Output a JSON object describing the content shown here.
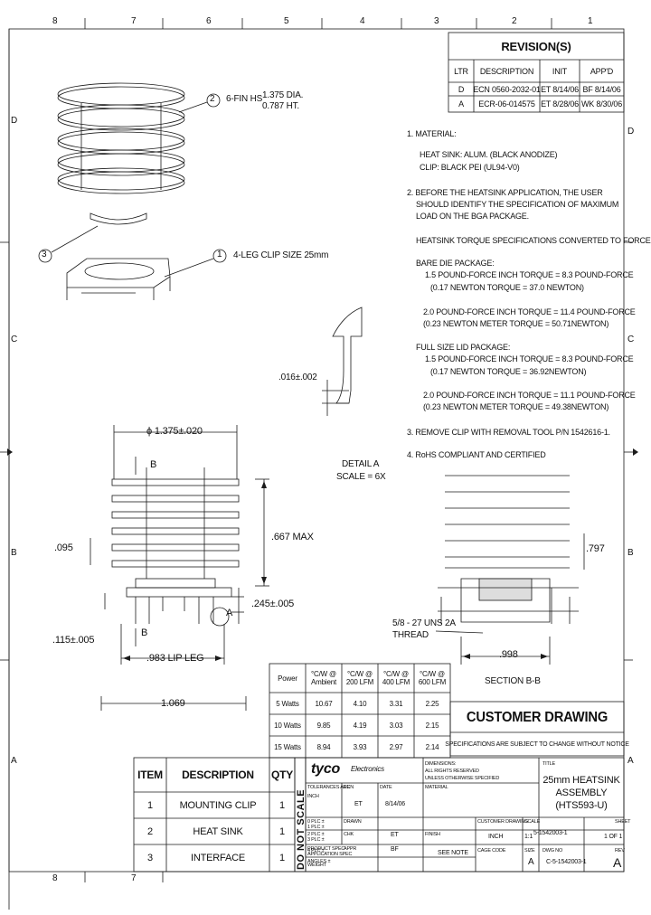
{
  "border": {
    "top_cols": [
      "8",
      "7",
      "6",
      "5",
      "4",
      "3",
      "2",
      "1"
    ],
    "bottom_cols": [
      "8",
      "7"
    ],
    "left_rows": [
      "D",
      "C",
      "B",
      "A"
    ],
    "right_rows": [
      "D",
      "C",
      "B",
      "A"
    ]
  },
  "revisions": {
    "title": "REVISION(S)",
    "headers": [
      "LTR",
      "DESCRIPTION",
      "INIT",
      "APP'D"
    ],
    "rows": [
      [
        "D",
        "ECN 0560-2032-01",
        "ET 8/14/06",
        "BF 8/14/06"
      ],
      [
        "A",
        "ECR-06-014575",
        "ET 8/28/06",
        "WK 8/30/06"
      ]
    ]
  },
  "callouts": {
    "c2": {
      "num": "2",
      "text": "6-FIN HS",
      "dim1": "1.375 DIA.",
      "dim2": "0.787 HT."
    },
    "c3": {
      "num": "3"
    },
    "c1": {
      "num": "1",
      "text": "4-LEG CLIP SIZE 25mm"
    }
  },
  "notes": {
    "n1": "1. MATERIAL:",
    "n1a": "HEAT SINK: ALUM. (BLACK ANODIZE)",
    "n1b": "CLIP: BLACK PEI (UL94-V0)",
    "n2a": "2. BEFORE THE HEATSINK APPLICATION, THE USER",
    "n2b": "SHOULD IDENTIFY THE SPECIFICATION OF MAXIMUM",
    "n2c": "LOAD ON THE BGA PACKAGE.",
    "n2d": "HEATSINK TORQUE SPECIFICATIONS CONVERTED TO FORCE",
    "bare": "BARE DIE PACKAGE:",
    "b1a": "1.5 POUND-FORCE INCH TORQUE = 8.3 POUND-FORCE",
    "b1b": "(0.17 NEWTON TORQUE = 37.0 NEWTON)",
    "b2a": "2.0 POUND-FORCE INCH TORQUE = 11.4 POUND-FORCE",
    "b2b": "(0.23 NEWTON METER TORQUE = 50.71NEWTON)",
    "full": "FULL SIZE LID PACKAGE:",
    "f1a": "1.5 POUND-FORCE INCH TORQUE = 8.3 POUND-FORCE",
    "f1b": "(0.17 NEWTON TORQUE = 36.92NEWTON)",
    "f2a": "2.0 POUND-FORCE INCH TORQUE = 11.1 POUND-FORCE",
    "f2b": "(0.23 NEWTON METER TORQUE = 49.38NEWTON)",
    "n3": "3. REMOVE CLIP WITH REMOVAL TOOL P/N 1542616-1.",
    "n4": "4. RoHS COMPLIANT AND CERTIFIED"
  },
  "dims": {
    "d016": ".016±.002",
    "detail": "DETAIL A",
    "scale": "SCALE = 6X",
    "dia": "ϕ 1.375±.020",
    "b": "B",
    "d667": ".667 MAX",
    "d095": ".095",
    "d245": ".245±.005",
    "d115": ".115±.005",
    "d983": ".983 LIP LEG",
    "d1069": "1.069",
    "a": "A",
    "d797": ".797",
    "thread1": "5/8 - 27 UNS 2A",
    "thread2": "THREAD",
    "d998": ".998",
    "section": "SECTION B-B"
  },
  "perf": {
    "headers": [
      [
        "Power",
        ""
      ],
      [
        "°C/W @",
        "Ambient"
      ],
      [
        "°C/W @",
        "200 LFM"
      ],
      [
        "°C/W @",
        "400 LFM"
      ],
      [
        "°C/W @",
        "600 LFM"
      ]
    ],
    "rows": [
      [
        "5 Watts",
        "10.67",
        "4.10",
        "3.31",
        "2.25"
      ],
      [
        "10 Watts",
        "9.85",
        "4.19",
        "3.03",
        "2.15"
      ],
      [
        "15 Watts",
        "8.94",
        "3.93",
        "2.97",
        "2.14"
      ]
    ]
  },
  "bom": {
    "headers": [
      "ITEM",
      "DESCRIPTION",
      "QTY"
    ],
    "rows": [
      [
        "1",
        "MOUNTING CLIP",
        "1"
      ],
      [
        "2",
        "HEAT SINK",
        "1"
      ],
      [
        "3",
        "INTERFACE",
        "1"
      ]
    ]
  },
  "dns": "DO NOT SCALE",
  "customer": {
    "title": "CUSTOMER DRAWING",
    "sub": "SPECIFICATIONS ARE SUBJECT TO CHANGE WITHOUT NOTICE"
  },
  "titleblock": {
    "logo": "tyco",
    "logo2": "Electronics",
    "tl1": "25mm HEATSINK",
    "tl2": "ASSEMBLY",
    "tl3": "(HTS593-U)",
    "title_lbl": "TITLE",
    "scale_lbl": "SCALE",
    "scale_val": "1:1",
    "dwg_lbl": "DWG NO",
    "dwg_val": "C-5-1542003-1",
    "size_lbl": "SIZE",
    "size_val": "A",
    "part_val": "5-1542003-1",
    "sheet_lbl": "SHEET",
    "sheet_val": "1 OF 1",
    "rev_lbl": "REV",
    "rev_val": "A",
    "units": "INCH",
    "small1": "DIMENSIONS:",
    "small2": "ALL RIGHTS RESERVED",
    "small3": "UNLESS OTHERWISE SPECIFIED",
    "small4": "TOLERANCES ARE",
    "ecn_lbl": "ECN",
    "date_lbl": "DATE",
    "drawn_lbl": "DRAWN",
    "drawn_val": "ET",
    "date_val": "8/14/06",
    "material_lbl": "MATERIAL",
    "chk_lbl": "CHK",
    "chk_val": "ET",
    "appr_lbl": "APPR",
    "appr_val": "BF",
    "finish_lbl": "FINISH",
    "see_note": "SEE NOTE",
    "product_spec": "PRODUCT SPEC",
    "application_spec": "APPLICATION SPEC",
    "weight": "WEIGHT",
    "customer_drawing": "CUSTOMER DRAWING",
    "cage": "CAGE CODE",
    "tol0": "0 PLC  ±",
    "tol1": "1 PLC  ±",
    "tol2": "2 PLC  ±",
    "tol3": "3 PLC  ±",
    "tol4": "4 PLC  ±",
    "angles": "ANGLES  ±"
  },
  "colors": {
    "line": "#1a1a1a",
    "text": "#111111",
    "bg": "#ffffff"
  }
}
